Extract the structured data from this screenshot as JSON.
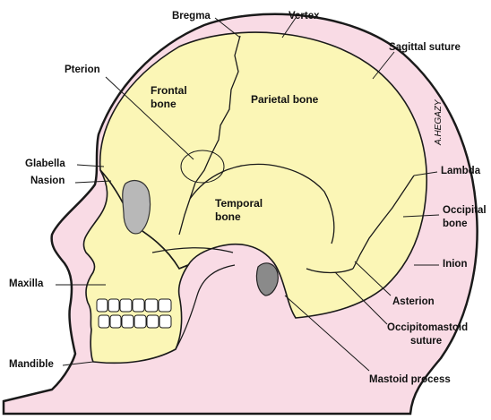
{
  "colors": {
    "skin": "#f9dbe5",
    "bone": "#fbf6b6",
    "outline": "#1a1a1a",
    "mastoid": "#8a8a8a",
    "orbit": "#b8b8b8"
  },
  "labels": {
    "bregma": "Bregma",
    "vertex": "Vertex",
    "sagittal_suture": "Sagittal suture",
    "pterion": "Pterion",
    "glabella": "Glabella",
    "nasion": "Nasion",
    "lambda": "Lambda",
    "occipital_bone": [
      "Occipital",
      "bone"
    ],
    "inion": "Inion",
    "maxilla": "Maxilla",
    "asterion": "Asterion",
    "occipitomastoid_suture": [
      "Occipitomastoid",
      "suture"
    ],
    "mandible": "Mandible",
    "mastoid_process": "Mastoid process"
  },
  "bones": {
    "frontal": [
      "Frontal",
      "bone"
    ],
    "parietal": "Parietal bone",
    "temporal": [
      "Temporal",
      "bone"
    ]
  },
  "signature": "A.HEGAZY"
}
